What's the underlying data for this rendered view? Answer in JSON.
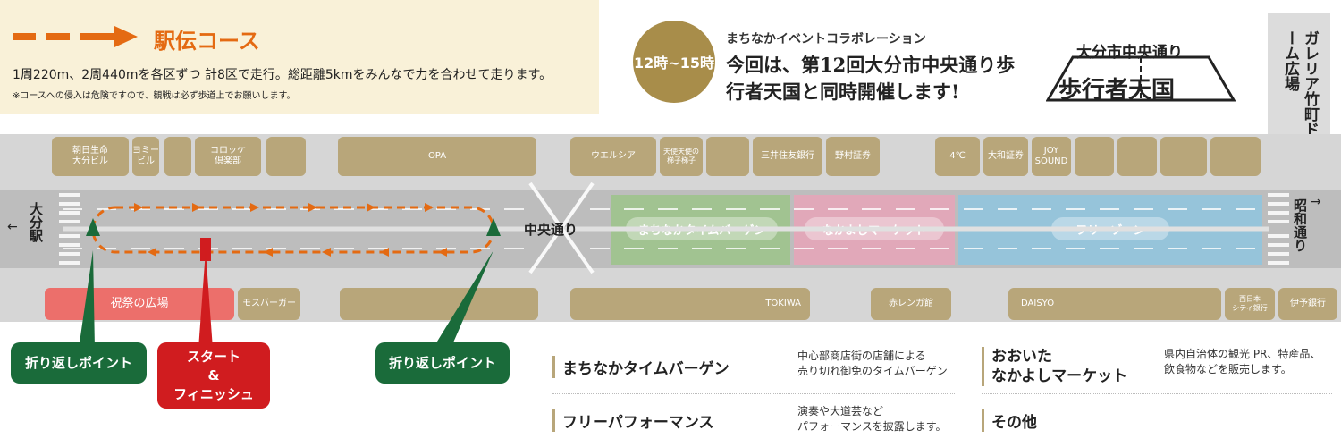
{
  "header": {
    "course_title": "駅伝コース",
    "course_desc": "1周220m、2周440mを各区ずつ 計8区で走行。総距離5kmをみんなで力を合わせて走ります。",
    "course_note": "※コースへの侵入は危険ですので、観戦は必ず歩道上でお願いします。",
    "time_badge": "12時~15時",
    "collab_sub": "まちなかイベントコラボレーション",
    "collab_main": "今回は、第12回大分市中央通り歩行者天国と同時開催します!",
    "logo_top": "大分市中央通り",
    "logo_bottom": "歩行者天国",
    "galleria": "ガレリア竹町ドーム広場"
  },
  "map": {
    "buildings_top": [
      {
        "label": "朝日生命\n大分ビル"
      },
      {
        "label": "ヨミー\nビル"
      },
      {
        "label": "コロッケ\n倶楽部"
      },
      {
        "label": "OPA"
      },
      {
        "label": "ウエルシア"
      },
      {
        "label": "天使天使の\n梯子梯子"
      },
      {
        "label": "三井住友銀行"
      },
      {
        "label": "野村証券"
      },
      {
        "label": "4℃"
      },
      {
        "label": "大和証券"
      },
      {
        "label": "JOY\nSOUND"
      }
    ],
    "buildings_bottom": [
      {
        "label": "祝祭の広場"
      },
      {
        "label": "モスバーガー"
      },
      {
        "label": "TOKIWA"
      },
      {
        "label": "赤レンガ館"
      },
      {
        "label": "DAISYO"
      },
      {
        "label": "西日本\nシティ銀行"
      },
      {
        "label": "伊予銀行"
      }
    ],
    "left_label": "大分駅",
    "center_label": "中央通り",
    "right_label": "昭和通り",
    "zones": [
      {
        "label": "まちなかタイムバーゲン",
        "color": "#9cc48a"
      },
      {
        "label": "なかよしマーケット",
        "color": "#e7a5b8"
      },
      {
        "label": "フリーゾーン",
        "color": "#8fc6df"
      }
    ],
    "turn_point_left": "折り返しポイント",
    "turn_point_right": "折り返しポイント",
    "start_finish": "スタート\n&\nフィニッシュ",
    "accent_orange": "#e46a12",
    "accent_green": "#1a6b3a",
    "accent_red": "#d01c1f"
  },
  "legend": [
    {
      "title": "まちなかタイムバーゲン",
      "desc": "中心部商店街の店舗による\n売り切れ御免のタイムバーゲン"
    },
    {
      "title": "おおいた\nなかよしマーケット",
      "desc": "県内自治体の観光 PR、特産品、\n飲食物などを販売します。"
    },
    {
      "title": "フリーパフォーマンス",
      "desc": "演奏や大道芸など\nパフォーマンスを披露します。"
    },
    {
      "title": "その他",
      "desc": ""
    }
  ]
}
